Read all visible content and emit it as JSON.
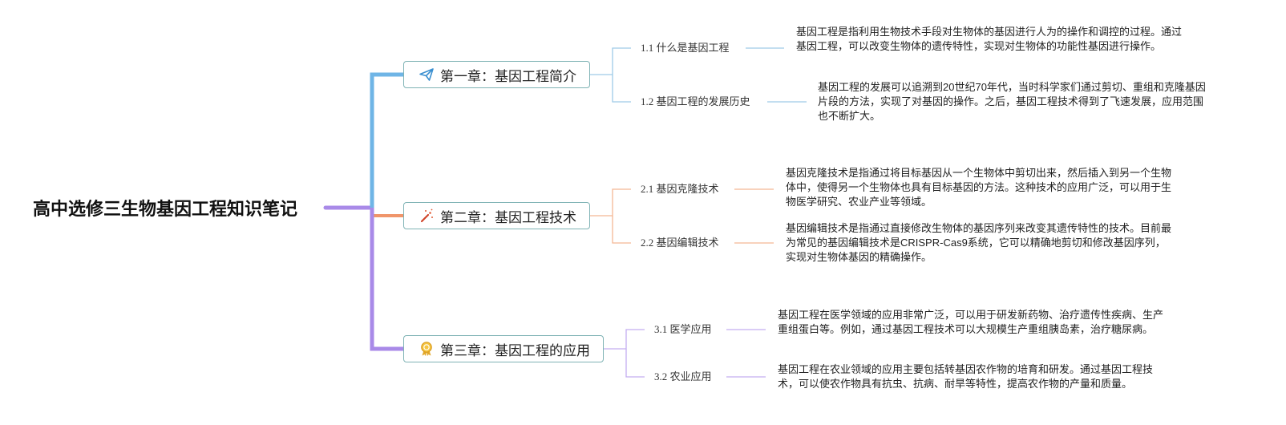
{
  "root": {
    "title": "高中选修三生物基因工程知识笔记"
  },
  "chapters": [
    {
      "title": "第一章：基因工程简介",
      "icon": "paper-plane-icon",
      "color": "#6fb5e6",
      "sections": [
        {
          "title": "1.1 什么是基因工程",
          "content": "基因工程是指利用生物技术手段对生物体的基因进行人为的操作和调控的过程。通过基因工程，可以改变生物体的遗传特性，实现对生物体的功能性基因进行操作。"
        },
        {
          "title": "1.2 基因工程的发展历史",
          "content": "基因工程的发展可以追溯到20世纪70年代，当时科学家们通过剪切、重组和克隆基因片段的方法，实现了对基因的操作。之后，基因工程技术得到了飞速发展，应用范围也不断扩大。"
        }
      ]
    },
    {
      "title": "第二章：基因工程技术",
      "icon": "magic-wand-icon",
      "color": "#f0956a",
      "sections": [
        {
          "title": "2.1 基因克隆技术",
          "content": "基因克隆技术是指通过将目标基因从一个生物体中剪切出来，然后插入到另一个生物体中，使得另一个生物体也具有目标基因的方法。这种技术的应用广泛，可以用于生物医学研究、农业产业等领域。"
        },
        {
          "title": "2.2 基因编辑技术",
          "content": "基因编辑技术是指通过直接修改生物体的基因序列来改变其遗传特性的技术。目前最为常见的基因编辑技术是CRISPR-Cas9系统，它可以精确地剪切和修改基因序列，实现对生物体基因的精确操作。"
        }
      ]
    },
    {
      "title": "第三章：基因工程的应用",
      "icon": "award-ribbon-icon",
      "color": "#b08ee6",
      "sections": [
        {
          "title": "3.1 医学应用",
          "content": "基因工程在医学领域的应用非常广泛，可以用于研发新药物、治疗遗传性疾病、生产重组蛋白等。例如，通过基因工程技术可以大规模生产重组胰岛素，治疗糖尿病。"
        },
        {
          "title": "3.2 农业应用",
          "content": "基因工程在农业领域的应用主要包括转基因农作物的培育和研发。通过基因工程技术，可以使农作物具有抗虫、抗病、耐旱等特性，提高农作物的产量和质量。"
        }
      ]
    }
  ]
}
